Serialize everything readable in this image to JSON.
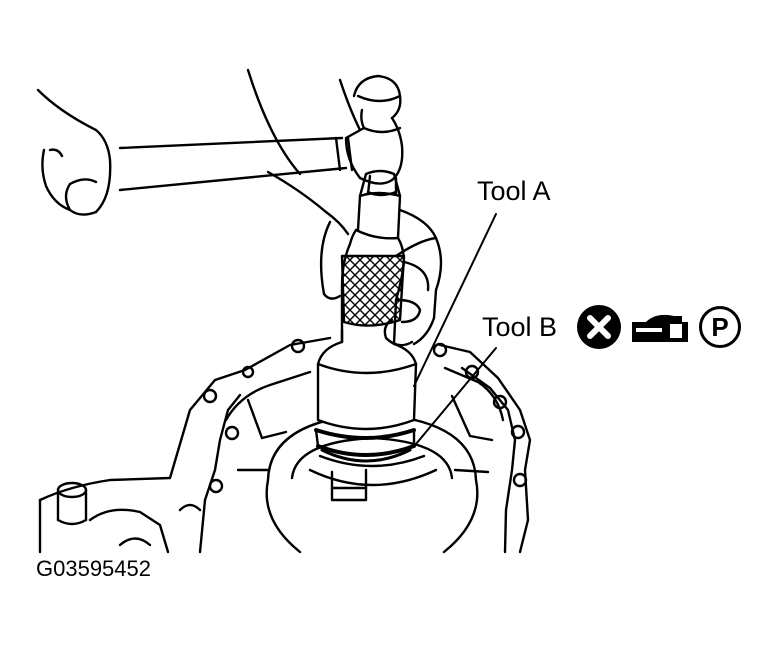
{
  "labels": {
    "tool_a": "Tool A",
    "tool_b": "Tool B"
  },
  "figure_id": "G03595452",
  "symbols": [
    {
      "name": "do-not-reuse-icon"
    },
    {
      "name": "apply-grease-icon"
    },
    {
      "name": "parking-p-icon",
      "text": "P"
    }
  ],
  "colors": {
    "line": "#000000",
    "background": "#ffffff"
  }
}
